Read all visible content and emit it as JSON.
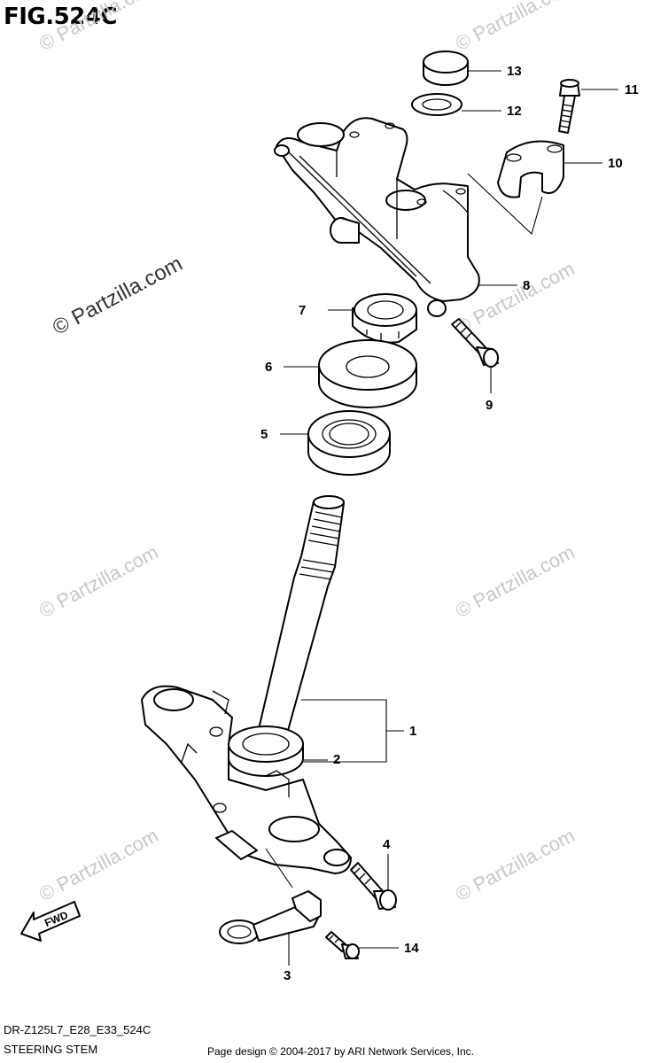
{
  "figure": {
    "title": "FIG.524C",
    "diagram_code": "DR-Z125L7_E28_E33_524C",
    "section_name": "STEERING STEM",
    "credit": "Page design © 2004-2017 by ARI Network Services, Inc.",
    "fwd_label": "FWD"
  },
  "watermark": {
    "text": "© Partzilla.com"
  },
  "callouts": [
    {
      "id": "1",
      "label": "1"
    },
    {
      "id": "2",
      "label": "2"
    },
    {
      "id": "3",
      "label": "3"
    },
    {
      "id": "4",
      "label": "4"
    },
    {
      "id": "5",
      "label": "5"
    },
    {
      "id": "6",
      "label": "6"
    },
    {
      "id": "7",
      "label": "7"
    },
    {
      "id": "8",
      "label": "8"
    },
    {
      "id": "9",
      "label": "9"
    },
    {
      "id": "10",
      "label": "10"
    },
    {
      "id": "11",
      "label": "11"
    },
    {
      "id": "12",
      "label": "12"
    },
    {
      "id": "13",
      "label": "13"
    },
    {
      "id": "14",
      "label": "14"
    }
  ]
}
